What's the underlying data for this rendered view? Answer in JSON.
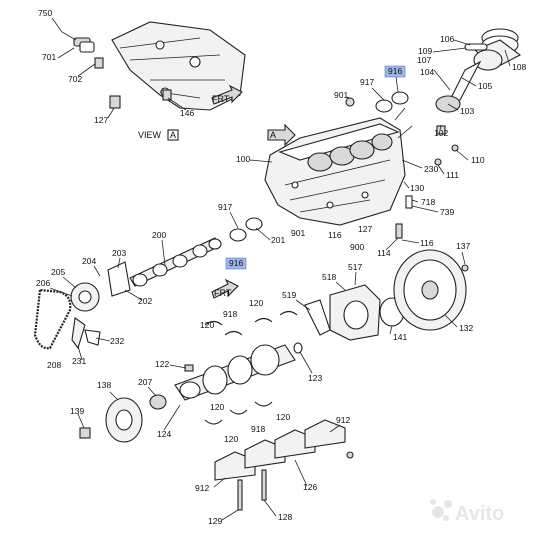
{
  "diagram": {
    "callouts": [
      "750",
      "701",
      "702",
      "127",
      "146",
      "106",
      "109",
      "107",
      "104",
      "105",
      "108",
      "103",
      "102",
      "917",
      "916",
      "901",
      "100",
      "230",
      "110",
      "111",
      "130",
      "718",
      "739",
      "114",
      "116",
      "900",
      "901",
      "127",
      "116",
      "200",
      "917",
      "916",
      "201",
      "203",
      "204",
      "205",
      "206",
      "202",
      "208",
      "231",
      "232",
      "518",
      "517",
      "519",
      "918",
      "120",
      "120",
      "141",
      "132",
      "137",
      "122",
      "123",
      "138",
      "207",
      "139",
      "124",
      "120",
      "918",
      "120",
      "912",
      "912",
      "126",
      "129",
      "128",
      "120"
    ],
    "highlighted_callouts": [
      "916",
      "916"
    ],
    "view_label": "VIEW",
    "view_ref": "A",
    "arrow_label_frt": "FRT",
    "arrow_label_a": "A",
    "watermark": "Avito"
  }
}
